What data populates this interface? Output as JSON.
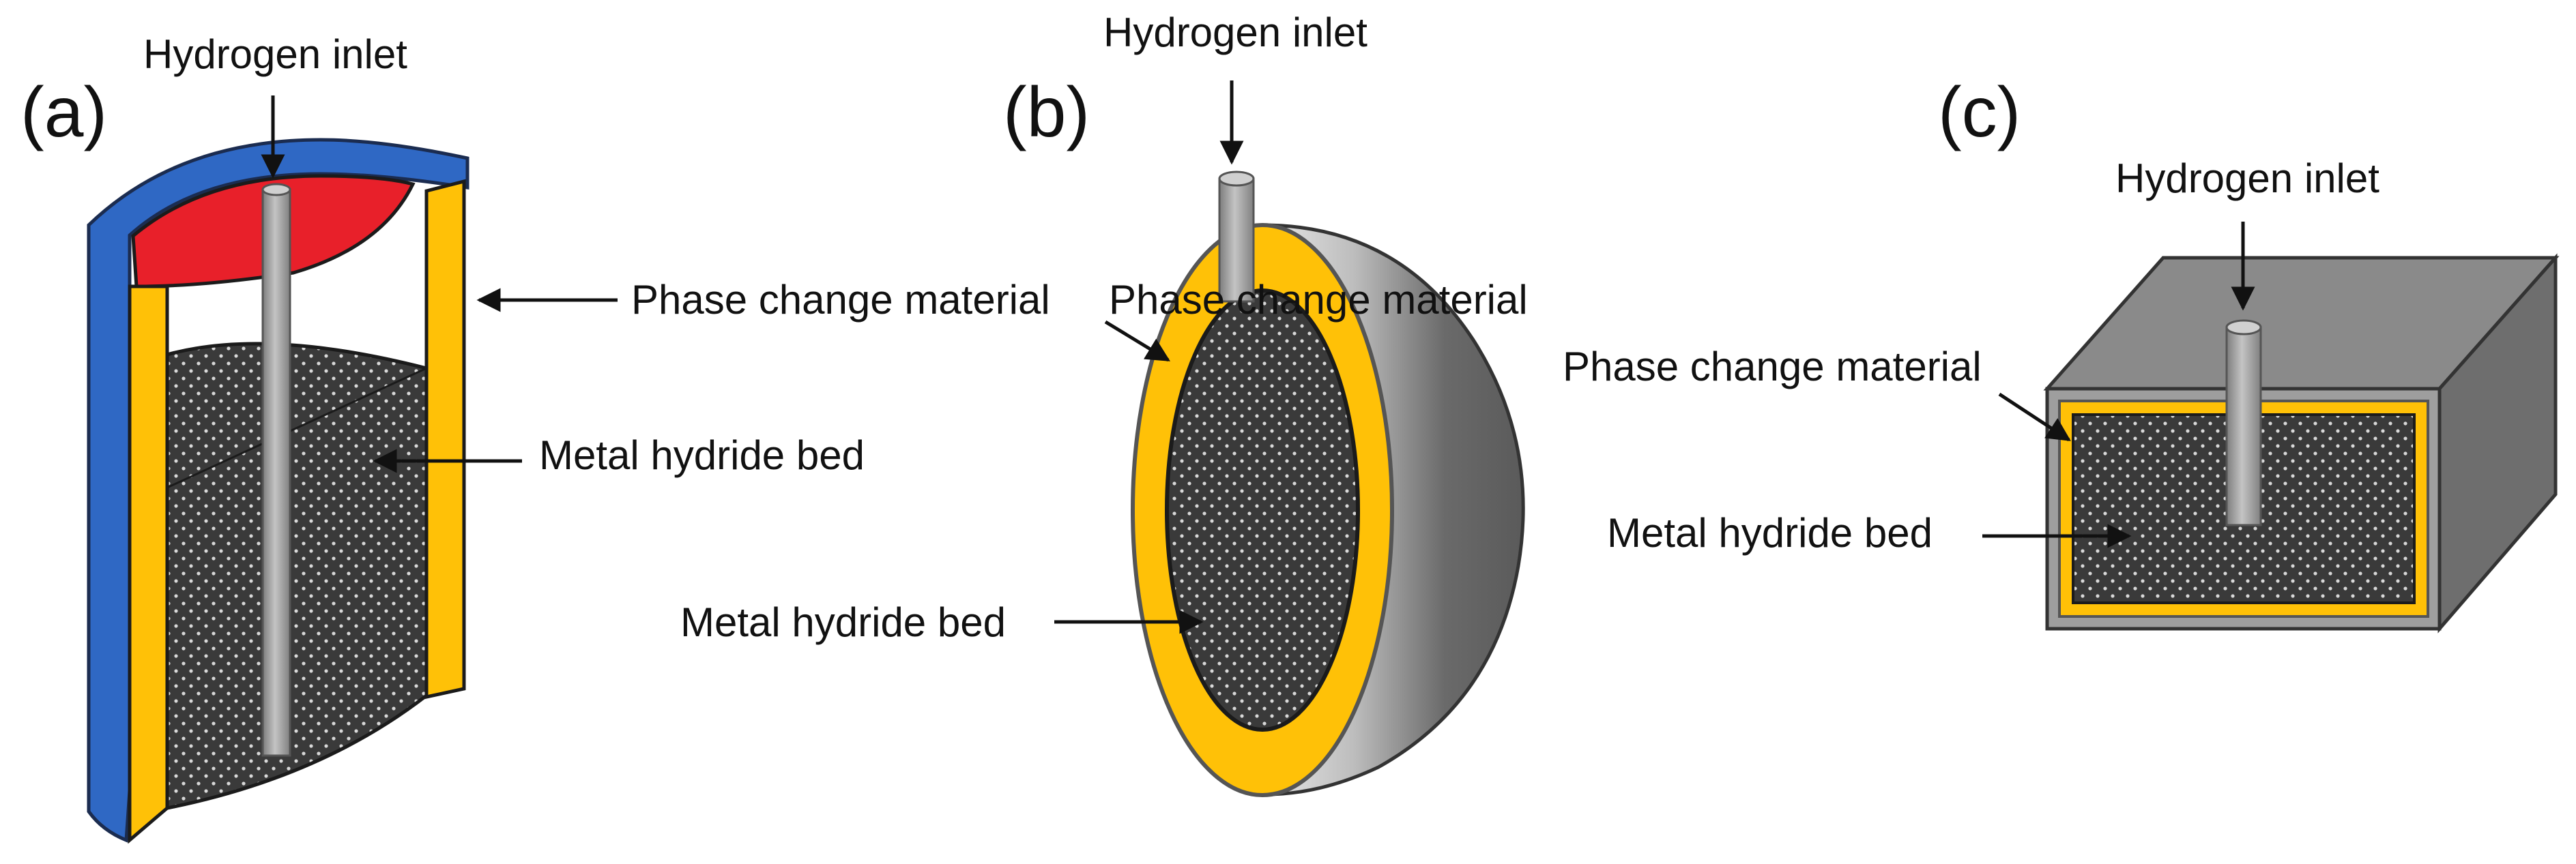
{
  "panels": {
    "a": {
      "tag": "(a)",
      "labels": {
        "hydrogen_inlet": "Hydrogen inlet",
        "phase_change_material": "Phase change material",
        "metal_hydride_bed": "Metal hydride bed"
      }
    },
    "b": {
      "tag": "(b)",
      "labels": {
        "hydrogen_inlet": "Hydrogen inlet",
        "phase_change_material": "Phase change material",
        "metal_hydride_bed": "Metal hydride bed"
      }
    },
    "c": {
      "tag": "(c)",
      "labels": {
        "hydrogen_inlet": "Hydrogen inlet",
        "phase_change_material": "Phase change material",
        "metal_hydride_bed": "Metal hydride bed"
      }
    }
  },
  "colors": {
    "shell_blue": "#2f68c4",
    "top_red": "#e8202a",
    "pcm_yellow": "#ffc107",
    "hydride_dark": "#3a3a3a",
    "pipe_gray": "#9a9a9a",
    "box_gray": "#7c7c7c"
  }
}
